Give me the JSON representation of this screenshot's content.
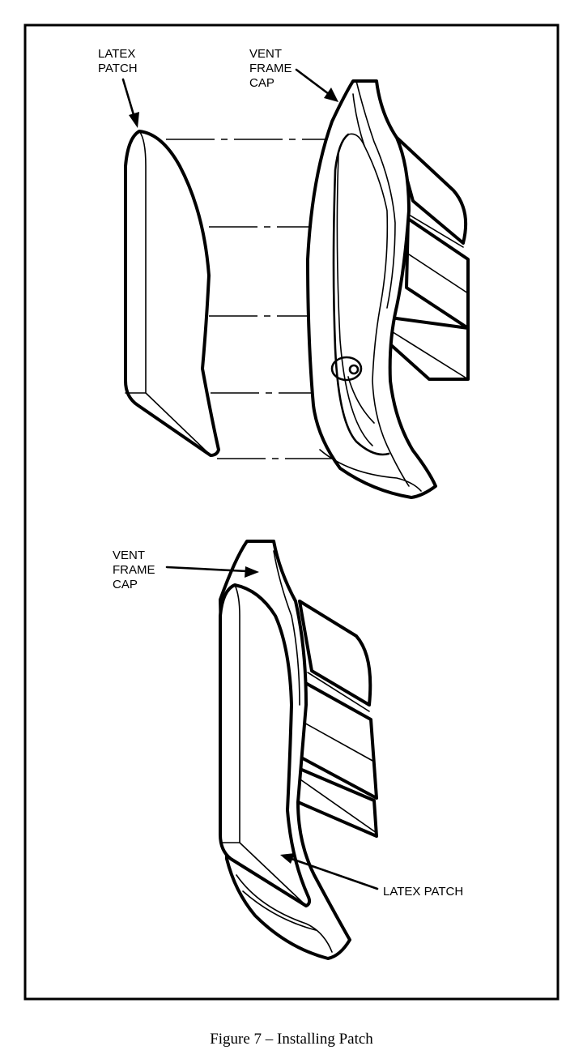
{
  "labels": {
    "top_latex_patch": [
      "LATEX",
      "PATCH"
    ],
    "top_vent_frame_cap": [
      "VENT",
      "FRAME",
      "CAP"
    ],
    "bottom_vent_frame_cap": [
      "VENT",
      "FRAME",
      "CAP"
    ],
    "bottom_latex_patch": "LATEX PATCH"
  },
  "caption": "Figure 7 – Installing Patch",
  "colors": {
    "ink": "#000000",
    "paper": "#ffffff"
  }
}
